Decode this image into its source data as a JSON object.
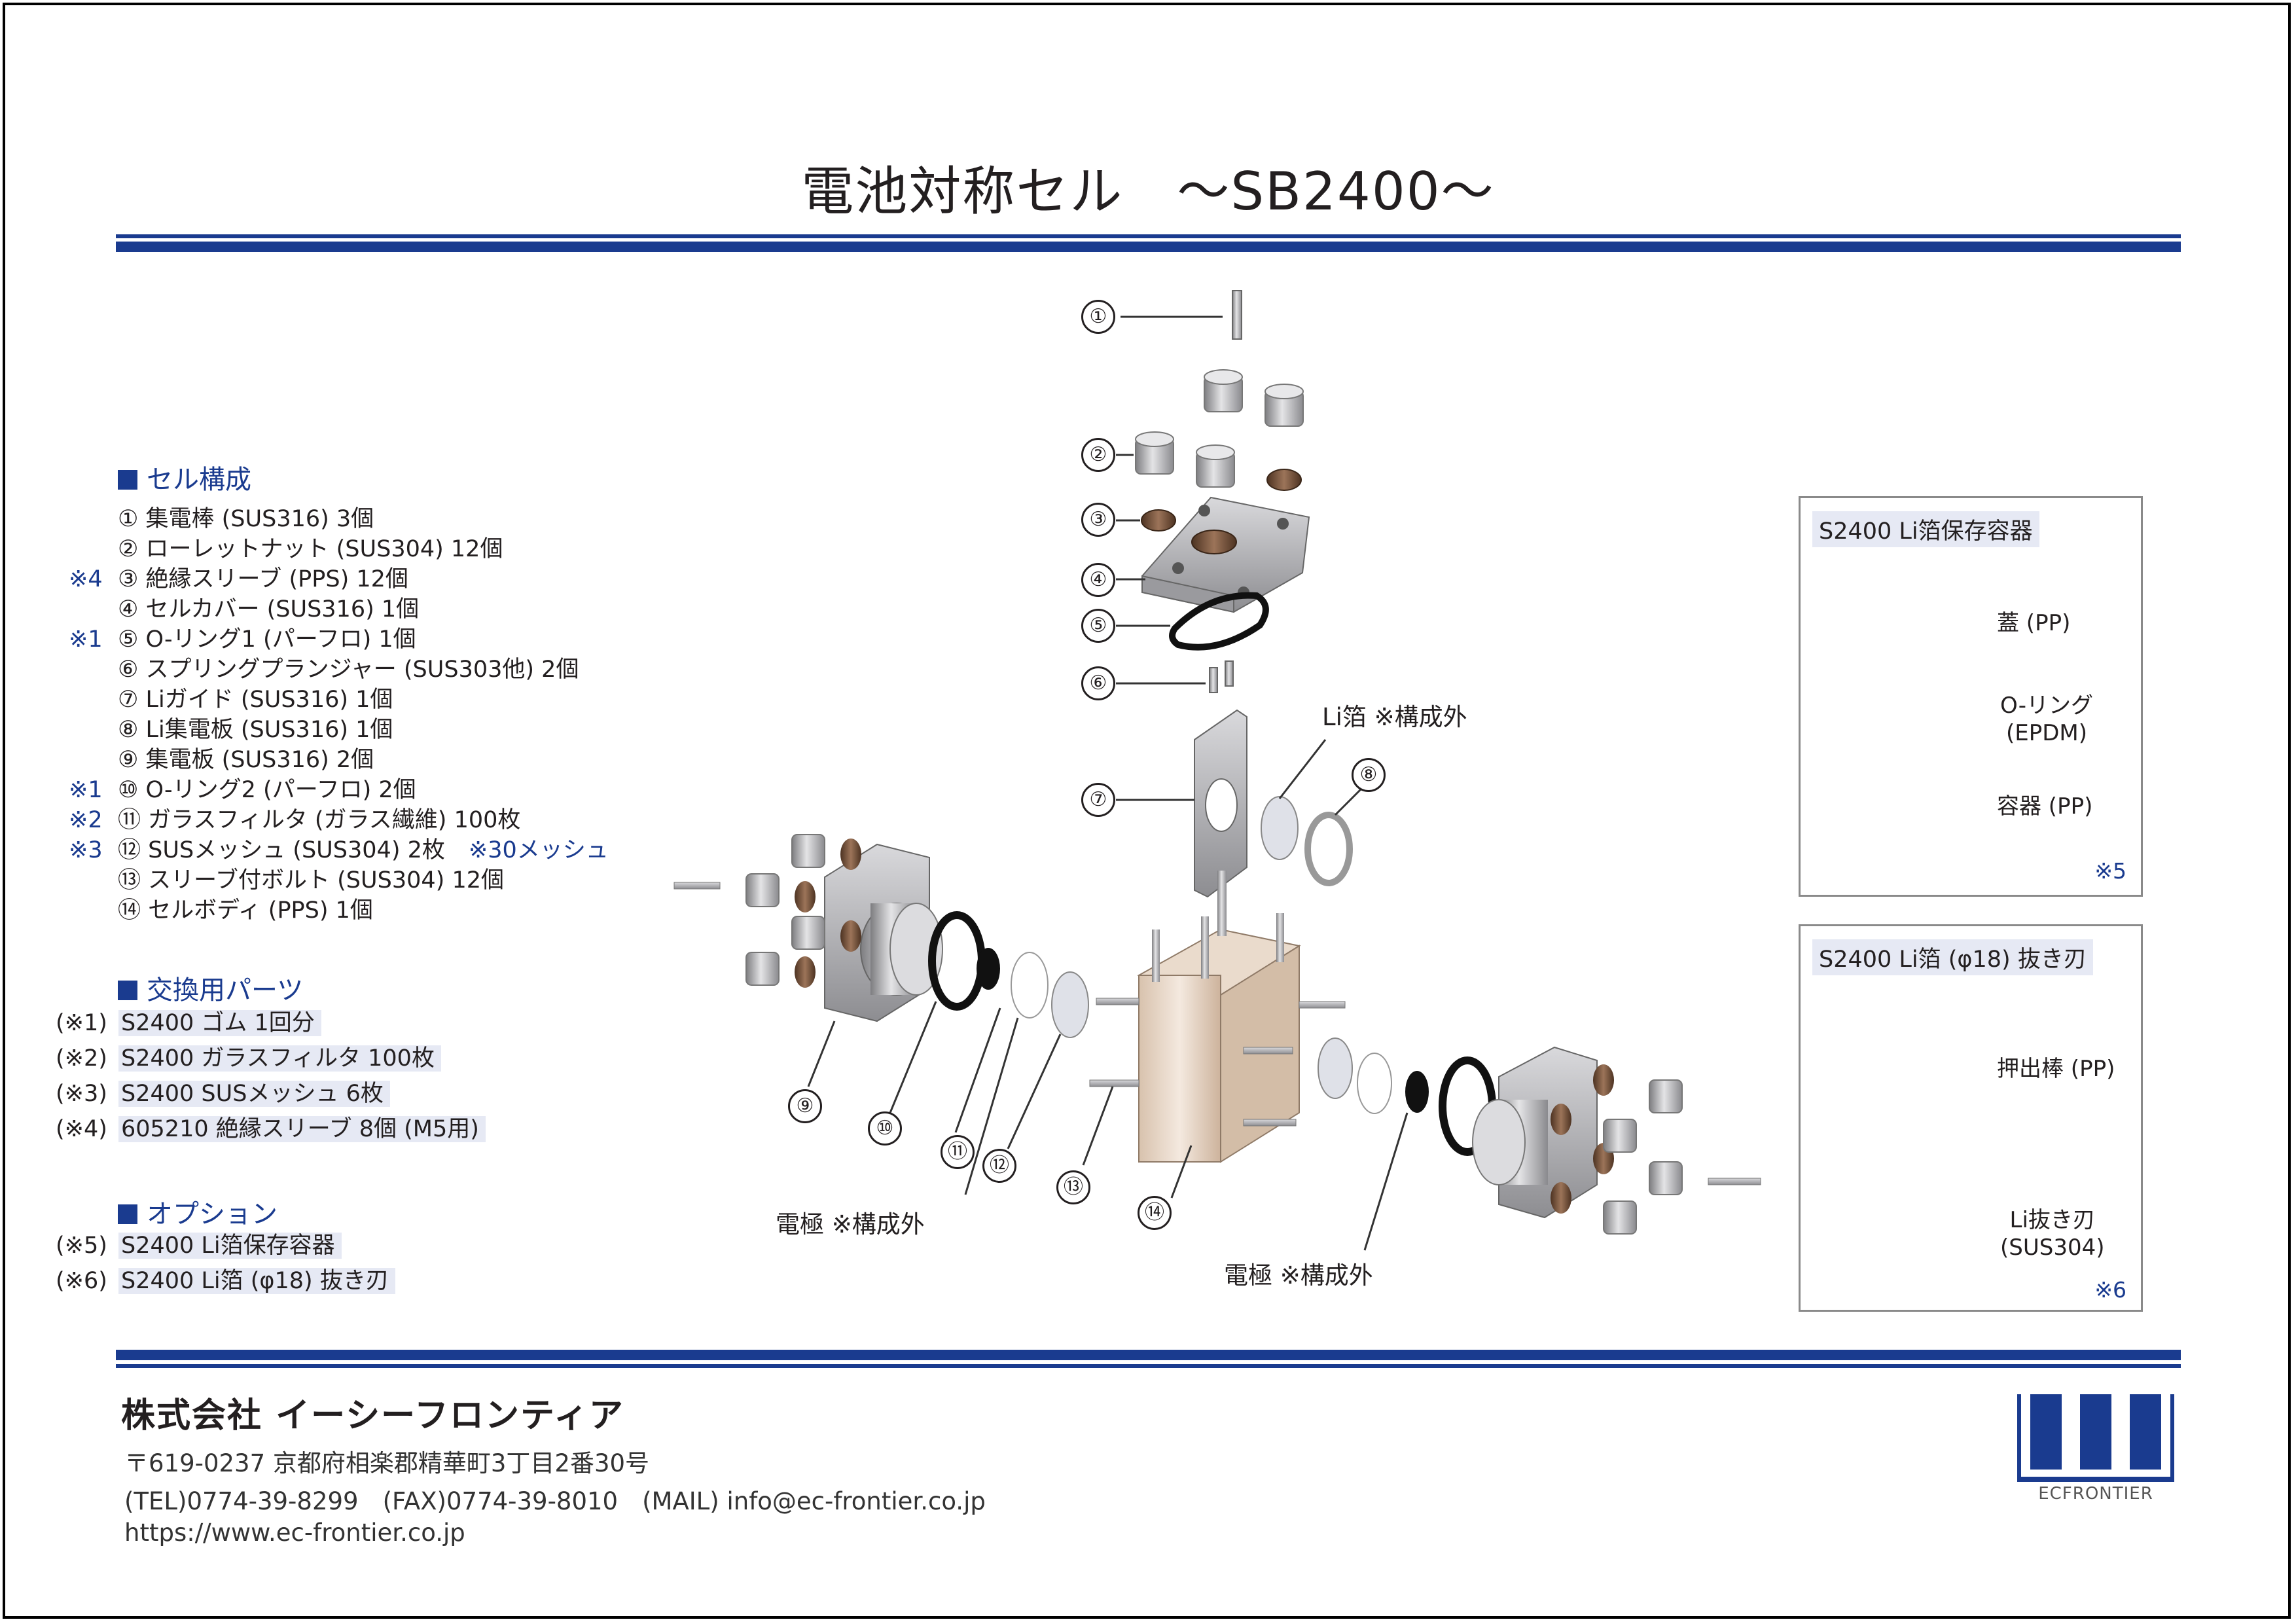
{
  "title": "電池対称セル　～SB2400～",
  "brand_color": "#1a3b8f",
  "section_composition": {
    "heading": "セル構成",
    "items": [
      {
        "mark": "",
        "text": "① 集電棒 (SUS316)  3個"
      },
      {
        "mark": "",
        "text": "② ローレットナット (SUS304)  12個"
      },
      {
        "mark": "※4",
        "text": "③ 絶縁スリーブ (PPS)  12個"
      },
      {
        "mark": "",
        "text": "④ セルカバー (SUS316)  1個"
      },
      {
        "mark": "※1",
        "text": "⑤ O-リング1 (パーフロ)  1個"
      },
      {
        "mark": "",
        "text": "⑥ スプリングプランジャー (SUS303他)  2個"
      },
      {
        "mark": "",
        "text": "⑦ Liガイド (SUS316)  1個"
      },
      {
        "mark": "",
        "text": "⑧ Li集電板 (SUS316)  1個"
      },
      {
        "mark": "",
        "text": "⑨ 集電板 (SUS316)  2個"
      },
      {
        "mark": "※1",
        "text": "⑩ O-リング2 (パーフロ)  2個"
      },
      {
        "mark": "※2",
        "text": "⑪ ガラスフィルタ (ガラス繊維)  100枚"
      },
      {
        "mark": "※3",
        "text": "⑫ SUSメッシュ (SUS304)  2枚",
        "extra": "※30メッシュ"
      },
      {
        "mark": "",
        "text": "⑬ スリーブ付ボルト (SUS304)  12個"
      },
      {
        "mark": "",
        "text": "⑭ セルボディ (PPS)  1個"
      }
    ]
  },
  "section_replacement": {
    "heading": "交換用パーツ",
    "items": [
      {
        "code": "(※1)",
        "name": "S2400 ゴム 1回分"
      },
      {
        "code": "(※2)",
        "name": "S2400 ガラスフィルタ 100枚"
      },
      {
        "code": "(※3)",
        "name": "S2400 SUSメッシュ 6枚"
      },
      {
        "code": "(※4)",
        "name": "605210 絶縁スリーブ 8個 (M5用)"
      }
    ]
  },
  "section_options": {
    "heading": "オプション",
    "items": [
      {
        "code": "(※5)",
        "name": "S2400 Li箔保存容器"
      },
      {
        "code": "(※6)",
        "name": "S2400 Li箔 (φ18) 抜き刃"
      }
    ]
  },
  "diagram": {
    "callouts": [
      "①",
      "②",
      "③",
      "④",
      "⑤",
      "⑥",
      "⑦",
      "⑧",
      "⑨",
      "⑩",
      "⑪",
      "⑫",
      "⑬",
      "⑭"
    ],
    "label_li_foil": "Li箔 ※構成外",
    "label_electrode_left": "電極 ※構成外",
    "label_electrode_right": "電極 ※構成外"
  },
  "box_storage": {
    "header": "S2400 Li箔保存容器",
    "lid": "蓋 (PP)",
    "oring_1": "O-リング",
    "oring_2": "(EPDM)",
    "container": "容器 (PP)",
    "note": "※5"
  },
  "box_punch": {
    "header": "S2400 Li箔 (φ18) 抜き刃",
    "rod": "押出棒 (PP)",
    "blade_1": "Li抜き刃",
    "blade_2": "(SUS304)",
    "note": "※6"
  },
  "footer": {
    "company": "株式会社 イーシーフロンティア",
    "address": "〒619-0237 京都府相楽郡精華町3丁目2番30号",
    "contact": "(TEL)0774-39-8299　(FAX)0774-39-8010　(MAIL) info@ec-frontier.co.jp",
    "url": "https://www.ec-frontier.co.jp",
    "logo_text": "ECFRONTIER"
  }
}
